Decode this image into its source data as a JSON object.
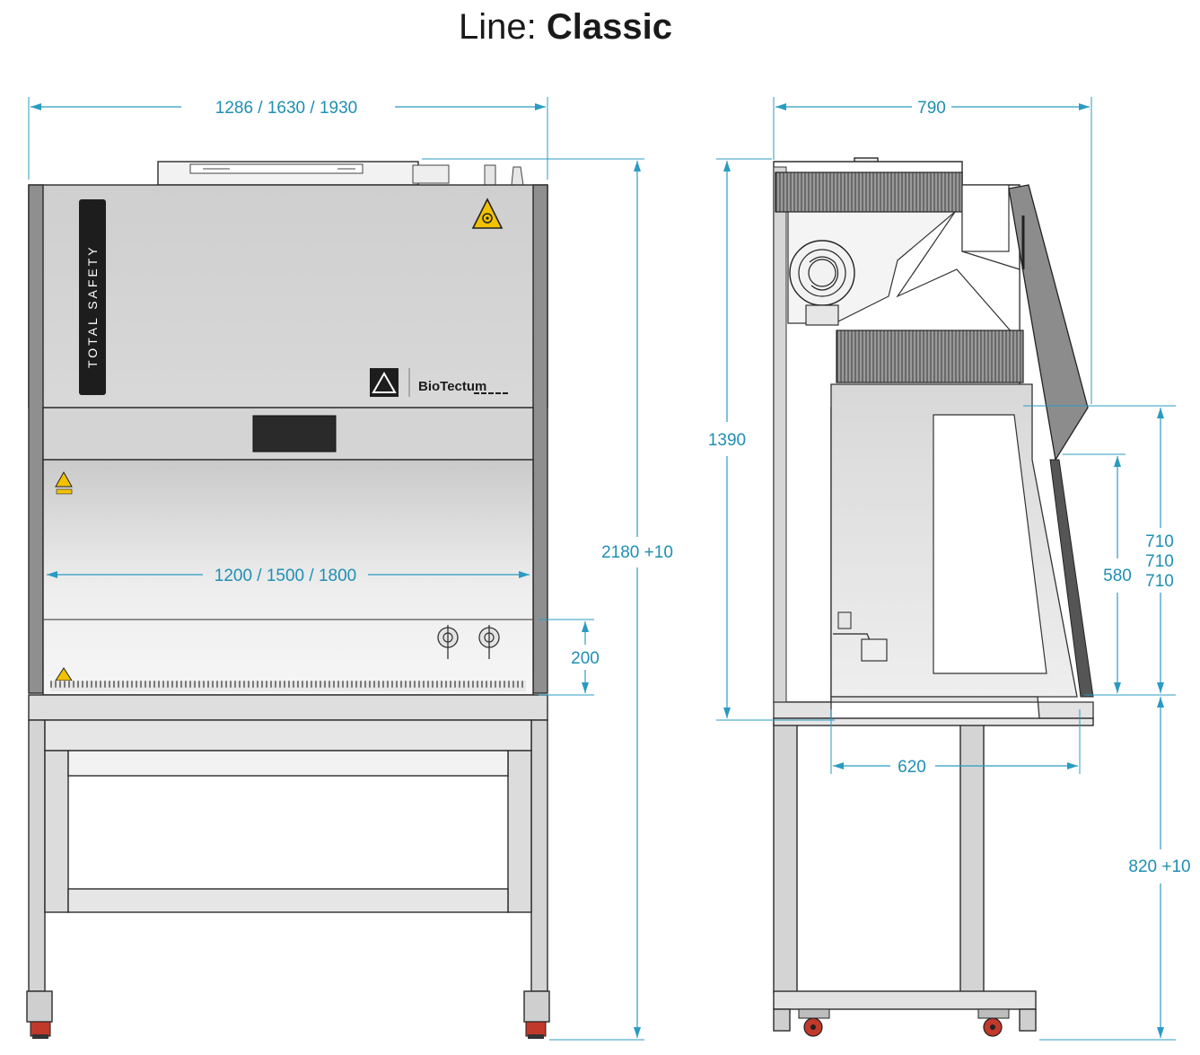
{
  "title": {
    "prefix": "Line:",
    "name": "Classic"
  },
  "front_view": {
    "brand_strip": "TOTAL SAFETY",
    "logo_text": "BioTectum",
    "dimensions": {
      "overall_width": "1286 / 1630 / 1930",
      "work_width": "1200 / 1500 / 1800",
      "sash_opening": "200",
      "overall_height": "2180 +10"
    }
  },
  "side_view": {
    "dimensions": {
      "depth": "790",
      "cabinet_height": "1390",
      "work_depth": "620",
      "window_height": "580",
      "opening_heights": [
        "710",
        "710",
        "710"
      ],
      "stand_height": "820 +10"
    }
  },
  "colors": {
    "dimension": "#2a9bc2",
    "cabinet_body": "#d0d0d0",
    "frame_dark": "#8a8a8a",
    "caster_red": "#c0392b",
    "warning_yellow": "#f2c200"
  }
}
